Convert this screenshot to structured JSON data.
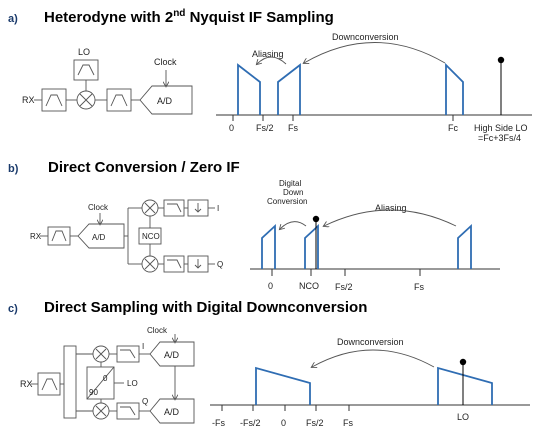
{
  "sections": [
    {
      "letter": "a)",
      "title_main": "Heterodyne with 2",
      "title_sup": "nd",
      "title_rest": " Nyquist IF Sampling",
      "block_labels": {
        "rx": "RX",
        "lo": "LO",
        "clock": "Clock",
        "adc": "A/D"
      },
      "spectrum": {
        "annotations": {
          "aliasing": "Aliasing",
          "downconversion": "Downconversion"
        },
        "ticks": [
          "0",
          "Fs/2",
          "Fs",
          "Fc"
        ],
        "lo_label_line1": "High Side LO",
        "lo_label_line2": "=Fc+3Fs/4"
      }
    },
    {
      "letter": "b)",
      "title": "Direct Conversion / Zero IF",
      "block_labels": {
        "rx": "RX",
        "clock": "Clock",
        "adc": "A/D",
        "nco": "NCO",
        "i": "I",
        "q": "Q"
      },
      "spectrum": {
        "annotations": {
          "ddc_line1": "Digital",
          "ddc_line2": "Down",
          "ddc_line3": "Conversion",
          "aliasing": "Aliasing"
        },
        "ticks": [
          "0",
          "NCO",
          "Fs/2",
          "Fs"
        ]
      }
    },
    {
      "letter": "c)",
      "title": "Direct Sampling with Digital Downconversion",
      "block_labels": {
        "rx": "RX",
        "clock": "Clock",
        "adc_i": "A/D",
        "adc_q": "A/D",
        "i": "I",
        "q": "Q",
        "zero": "0",
        "ninety": "90",
        "lo": "LO"
      },
      "spectrum": {
        "annotations": {
          "downconversion": "Downconversion"
        },
        "ticks": [
          "-Fs",
          "-Fs/2",
          "0",
          "Fs/2",
          "Fs",
          "LO"
        ]
      }
    }
  ]
}
